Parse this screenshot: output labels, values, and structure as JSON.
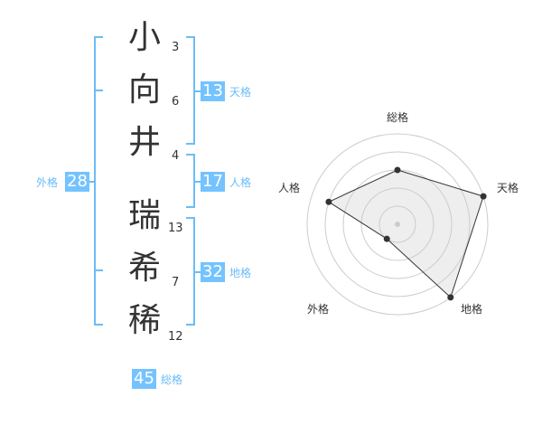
{
  "name": {
    "chars": [
      {
        "char": "小",
        "strokes": "3"
      },
      {
        "char": "向",
        "strokes": "6"
      },
      {
        "char": "井",
        "strokes": "4"
      },
      {
        "char": "瑞",
        "strokes": "13"
      },
      {
        "char": "希",
        "strokes": "7"
      },
      {
        "char": "稀",
        "strokes": "12"
      }
    ]
  },
  "kakusu": {
    "tenkaku": {
      "value": "13",
      "label": "天格"
    },
    "jinkaku": {
      "value": "17",
      "label": "人格"
    },
    "chikaku": {
      "value": "32",
      "label": "地格"
    },
    "gaikaku": {
      "value": "28",
      "label": "外格"
    },
    "soukaku": {
      "value": "45",
      "label": "総格"
    }
  },
  "colors": {
    "accent": "#74c3ff",
    "bracket": "#6cbcf5",
    "text": "#333333",
    "radar_fill": "#eeeeee",
    "radar_grid": "#cccccc"
  },
  "chart_data": {
    "type": "radar",
    "axes": [
      "総格",
      "天格",
      "地格",
      "外格",
      "人格"
    ],
    "values": [
      3,
      5,
      5,
      1,
      4
    ],
    "rmax": 5,
    "grid_rings": 5
  }
}
